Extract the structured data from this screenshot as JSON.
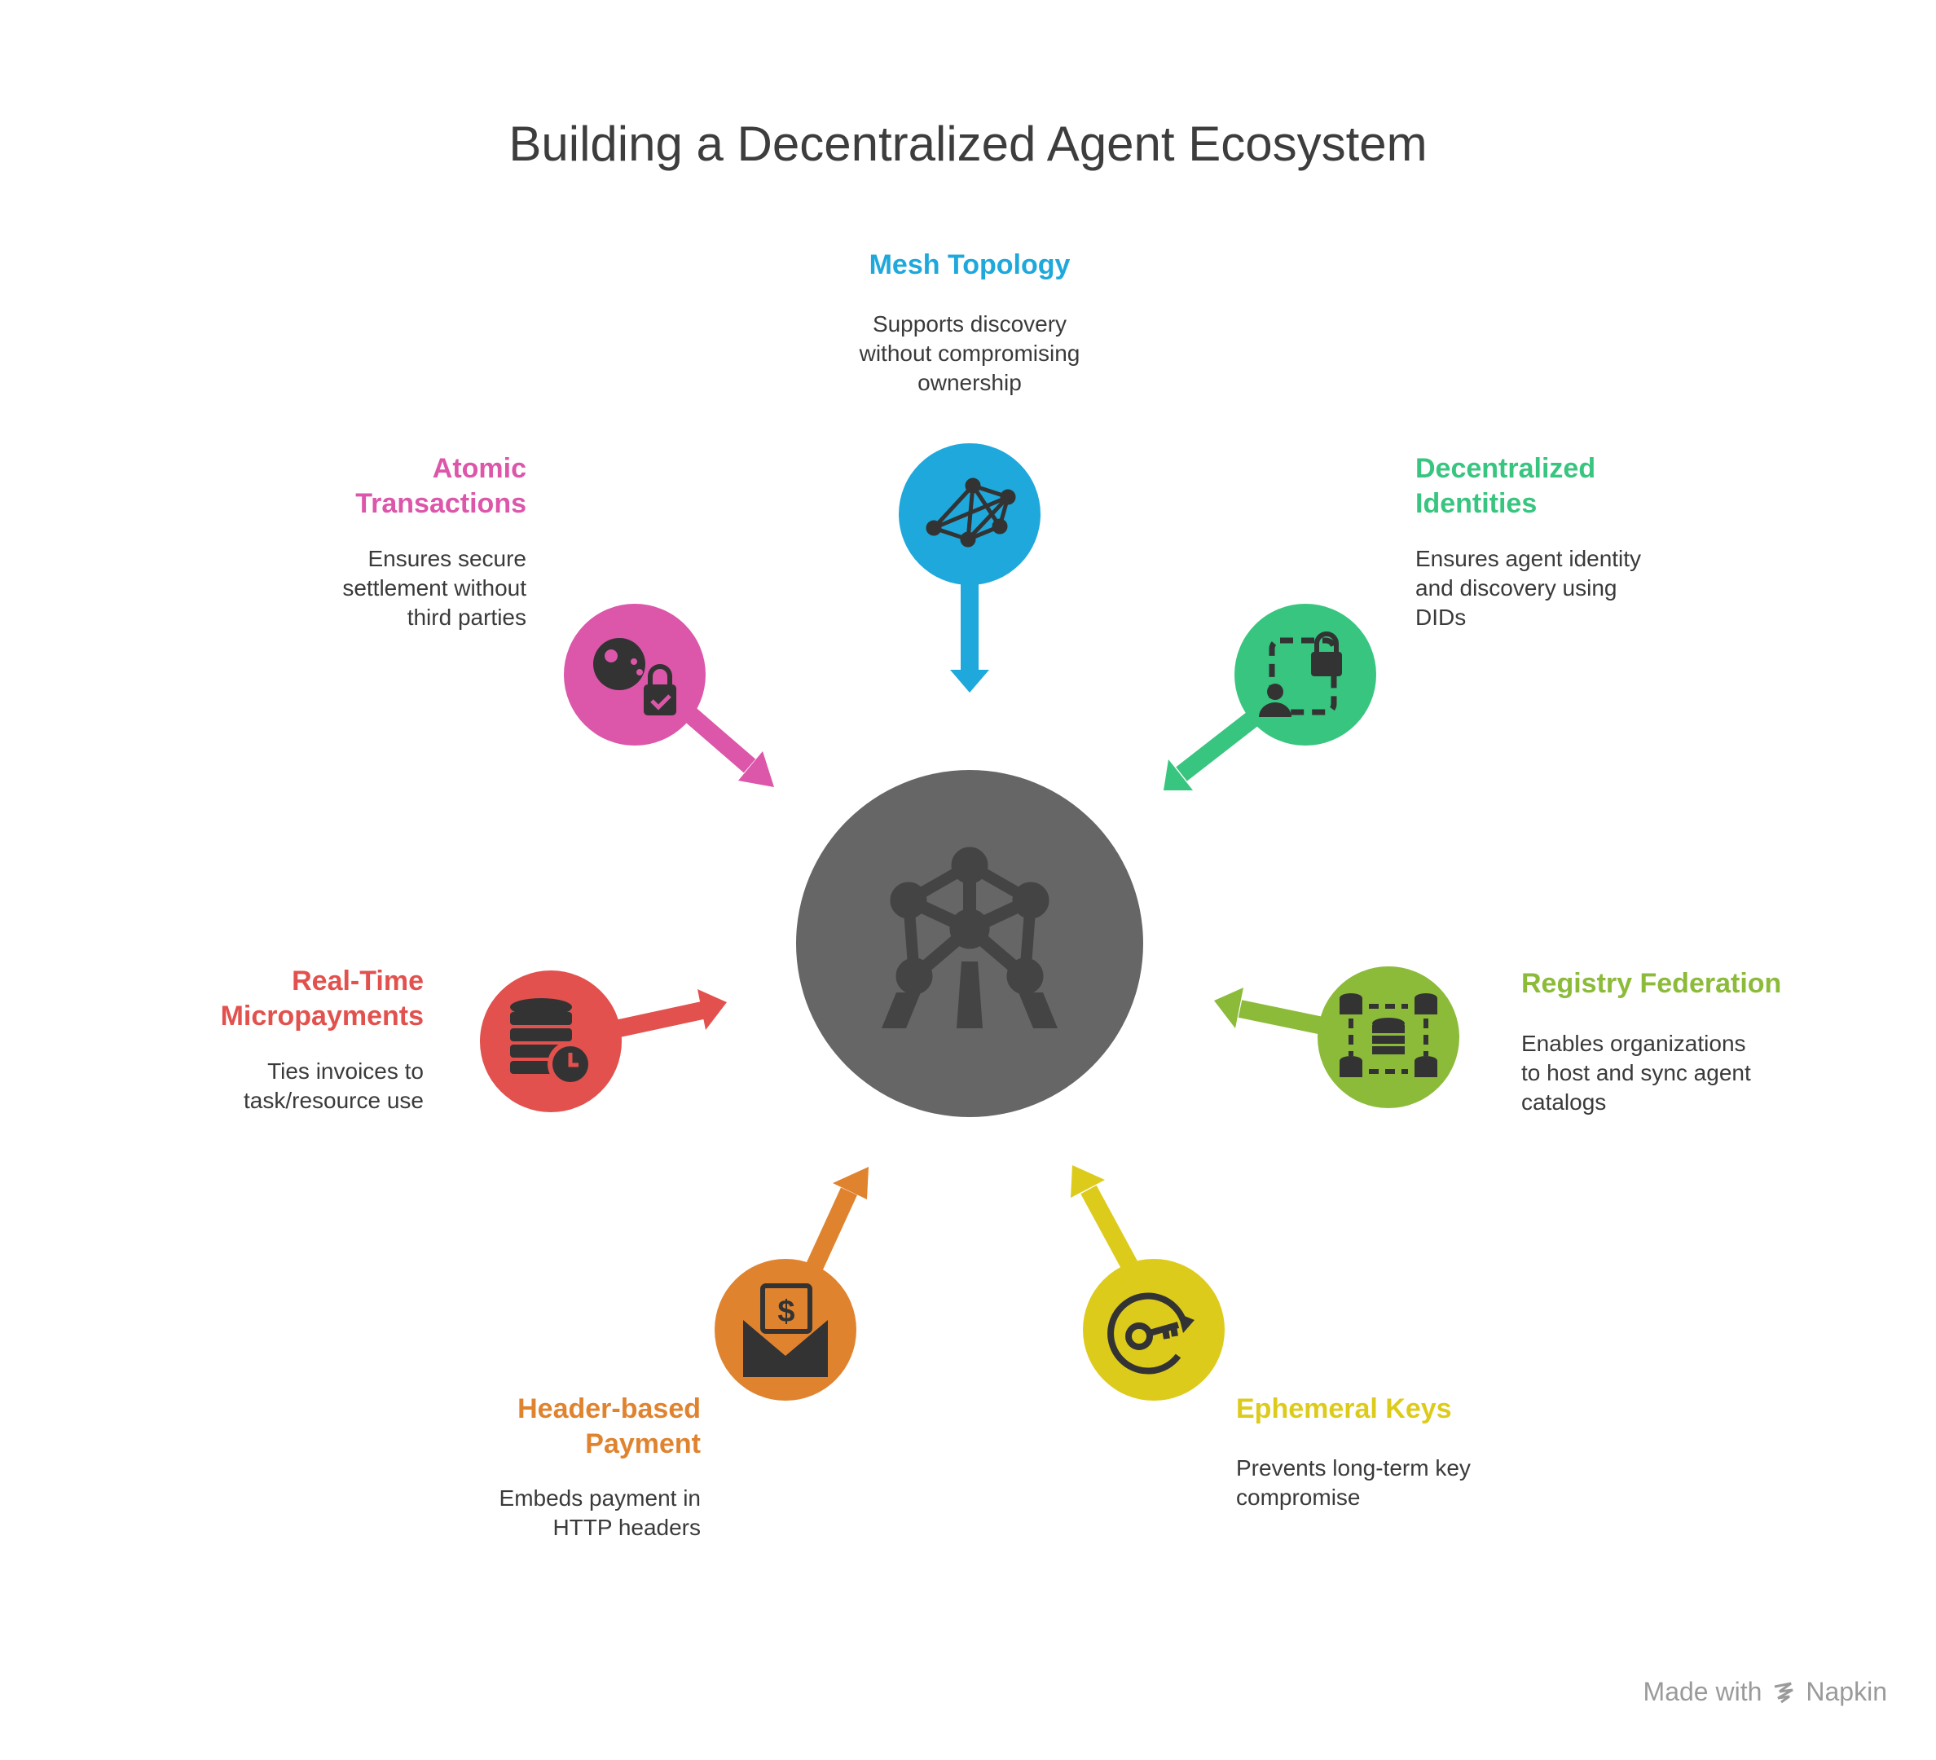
{
  "title": "Building a Decentralized Agent Ecosystem",
  "center": {
    "icon": "atomium-network-icon",
    "color": "#666666"
  },
  "items": [
    {
      "id": "mesh",
      "title_lines": [
        "Mesh Topology"
      ],
      "desc_lines": [
        "Supports discovery",
        "without compromising",
        "ownership"
      ],
      "color": "#1EA8DB",
      "icon": "mesh-network-icon"
    },
    {
      "id": "did",
      "title_lines": [
        "Decentralized",
        "Identities"
      ],
      "desc_lines": [
        "Ensures agent identity",
        "and discovery using",
        "DIDs"
      ],
      "color": "#37C57F",
      "icon": "identity-lock-icon"
    },
    {
      "id": "registry",
      "title_lines": [
        "Registry Federation"
      ],
      "desc_lines": [
        "Enables organizations",
        "to host and sync agent",
        "catalogs"
      ],
      "color": "#8CBB3A",
      "icon": "database-sync-icon"
    },
    {
      "id": "keys",
      "title_lines": [
        "Ephemeral Keys"
      ],
      "desc_lines": [
        "Prevents long-term key",
        "compromise"
      ],
      "color": "#DDCB1B",
      "icon": "key-rotate-icon"
    },
    {
      "id": "header",
      "title_lines": [
        "Header-based",
        "Payment"
      ],
      "desc_lines": [
        "Embeds payment in",
        "HTTP headers"
      ],
      "color": "#E0832F",
      "icon": "dollar-envelope-icon"
    },
    {
      "id": "micro",
      "title_lines": [
        "Real-Time",
        "Micropayments"
      ],
      "desc_lines": [
        "Ties invoices to",
        "task/resource use"
      ],
      "color": "#E2514D",
      "icon": "database-clock-icon"
    },
    {
      "id": "atomic",
      "title_lines": [
        "Atomic",
        "Transactions"
      ],
      "desc_lines": [
        "Ensures secure",
        "settlement without",
        "third parties"
      ],
      "color": "#DC56AA",
      "icon": "coin-lock-icon"
    }
  ],
  "watermark": {
    "prefix": "Made with",
    "brand": "Napkin",
    "icon": "napkin-logo-icon"
  }
}
